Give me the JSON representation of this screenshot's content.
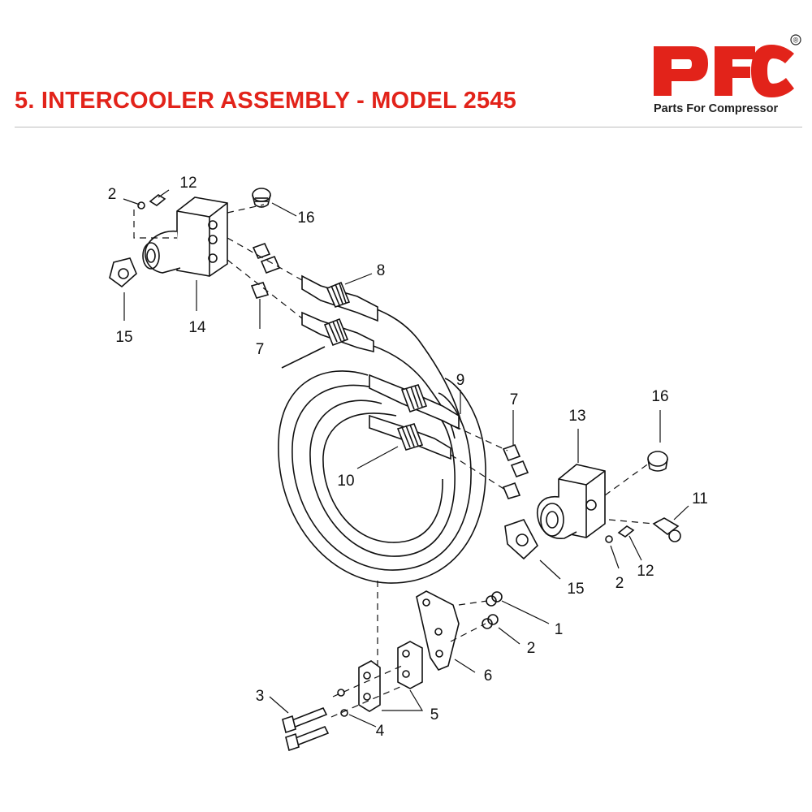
{
  "header": {
    "title": "5. INTERCOOLER ASSEMBLY - MODEL 2545",
    "title_color": "#e2231a"
  },
  "logo": {
    "letters": "PFC",
    "registered_mark": "®",
    "tagline": "Parts For Compressor",
    "brand_color": "#e2231a"
  },
  "callouts": {
    "c2a": "2",
    "c12a": "12",
    "c16a": "16",
    "c8": "8",
    "c15a": "15",
    "c14": "14",
    "c7a": "7",
    "c9": "9",
    "c7b": "7",
    "c13": "13",
    "c16b": "16",
    "c10": "10",
    "c11": "11",
    "c15b": "15",
    "c2b": "2",
    "c12b": "12",
    "c1": "1",
    "c2c": "2",
    "c6": "6",
    "c3": "3",
    "c5": "5",
    "c4": "4"
  }
}
